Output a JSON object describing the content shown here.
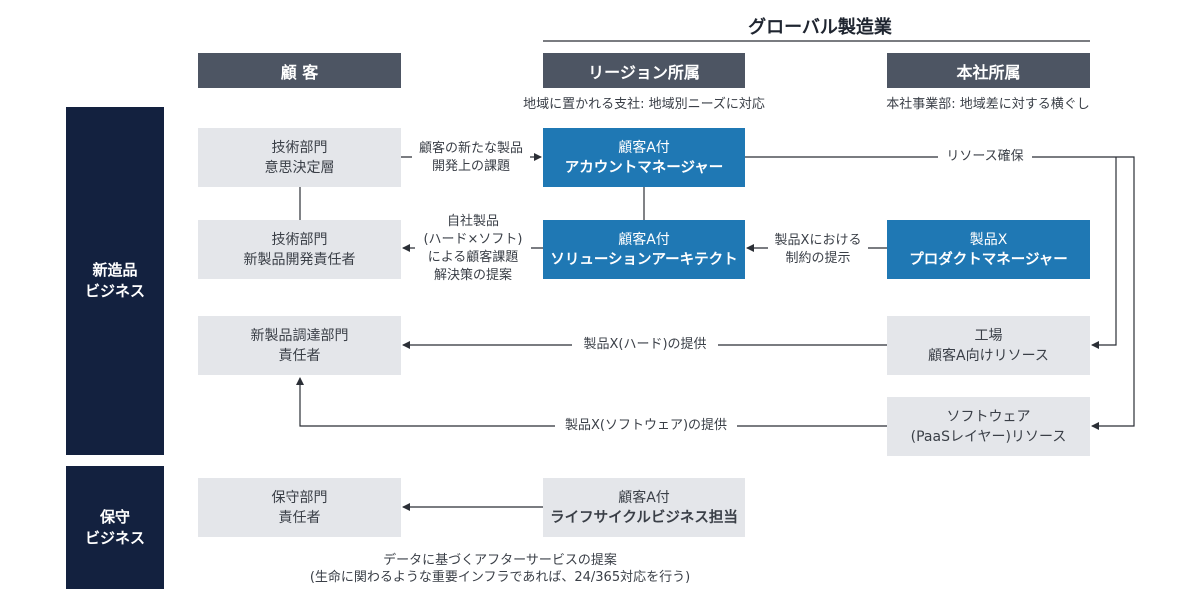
{
  "title": "グローバル製造業",
  "columns": {
    "customer": "顧 客",
    "region": "リージョン所属",
    "region_sub": "地域に置かれる支社: 地域別ニーズに対応",
    "hq": "本社所属",
    "hq_sub": "本社事業部: 地域差に対する横ぐし"
  },
  "sections": {
    "new_business": [
      "新造品",
      "ビジネス"
    ],
    "maintenance": [
      "保守",
      "ビジネス"
    ]
  },
  "boxes": {
    "tech_decision": [
      "技術部門",
      "意思決定層"
    ],
    "tech_newprod": [
      "技術部門",
      "新製品開発責任者"
    ],
    "procurement": [
      "新製品調達部門",
      "責任者"
    ],
    "maintenance_dept": [
      "保守部門",
      "責任者"
    ],
    "account_manager": [
      "顧客A付",
      "アカウントマネージャー"
    ],
    "solution_architect": [
      "顧客A付",
      "ソリューションアーキテクト"
    ],
    "lifecycle": [
      "顧客A付",
      "ライフサイクルビジネス担当"
    ],
    "product_manager": [
      "製品X",
      "プロダクトマネージャー"
    ],
    "factory": [
      "工場",
      "顧客A向けリソース"
    ],
    "software": [
      "ソフトウェア",
      "(PaaSレイヤー)リソース"
    ]
  },
  "labels": {
    "new_issues": [
      "顧客の新たな製品",
      "開発上の課題"
    ],
    "proposal": [
      "自社製品",
      "(ハード×ソフト)",
      "による顧客課題",
      "解決策の提案"
    ],
    "constraints": [
      "製品Xにおける",
      "制約の提示"
    ],
    "resource": "リソース確保",
    "hard_supply": "製品X(ハード)の提供",
    "soft_supply": "製品X(ソフトウェア)の提供"
  },
  "footnote": [
    "データに基づくアフターサービスの提案",
    "(生命に関わるような重要インフラであれば、24/365対応を行う)"
  ]
}
